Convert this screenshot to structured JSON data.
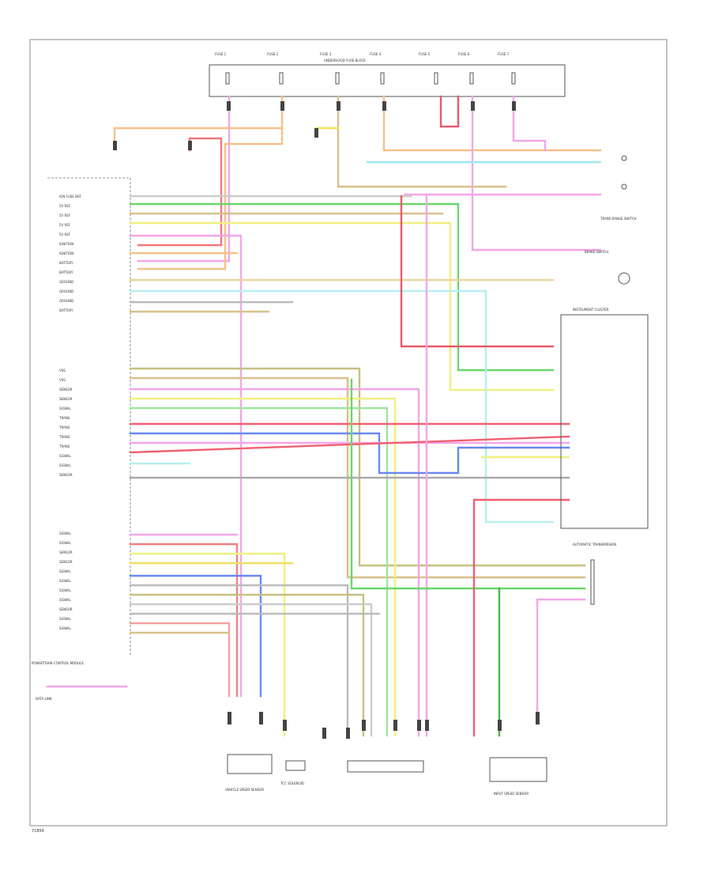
{
  "diagram": {
    "footer_id": "71856",
    "fuse_block": {
      "label": "UNDERHOOD FUSE BLOCK",
      "fuses": [
        "FUSE 1",
        "FUSE 2",
        "FUSE 3",
        "FUSE 4",
        "FUSE 5",
        "FUSE 6",
        "FUSE 7"
      ]
    },
    "pcm": {
      "label": "POWERTRAIN CONTROL MODULE",
      "upper_pins": [
        "IGN FUSE BAT",
        "5V REF",
        "5V REF",
        "5V REF",
        "5V REF",
        "IGNITION",
        "IGNITION",
        "BATTERY",
        "BATTERY",
        "GROUND",
        "GROUND",
        "GROUND",
        "BATTERY"
      ],
      "middle_pins": [
        "VSS",
        "VSS",
        "SENSOR",
        "SENSOR",
        "SIGNAL",
        "TRANS",
        "TRANS",
        "TRANS",
        "TRANS",
        "SIGNAL",
        "SIGNAL",
        "SENSOR"
      ],
      "lower_pins": [
        "SIGNAL",
        "SIGNAL",
        "SENSOR",
        "SENSOR",
        "SIGNAL",
        "SIGNAL",
        "SIGNAL",
        "SIGNAL",
        "SENSOR",
        "SIGNAL",
        "SIGNAL"
      ]
    },
    "components": {
      "instrument_cluster": "INSTRUMENT CLUSTER",
      "automatic_transmission": "AUTOMATIC TRANSMISSION",
      "trans_range_switch": "TRANS RANGE SWITCH",
      "brake_switch": "BRAKE SWITCH",
      "data_link": "DATA LINK",
      "vss": "VEHICLE SPEED SENSOR",
      "tcc_solenoid": "TCC SOLENOID",
      "input_speed_sensor": "INPUT SPEED SENSOR"
    }
  }
}
